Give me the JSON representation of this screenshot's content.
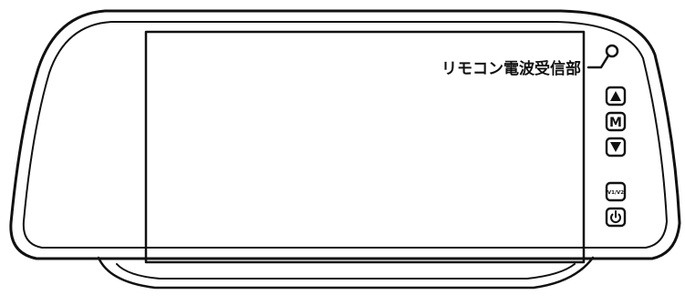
{
  "callout": {
    "label": "リモコン電波受信部"
  },
  "buttons": [
    {
      "id": "up",
      "icon": "up-triangle-icon"
    },
    {
      "id": "menu",
      "label": "M"
    },
    {
      "id": "down",
      "icon": "down-triangle-icon"
    },
    {
      "id": "input",
      "label": "V1/V2"
    },
    {
      "id": "power",
      "icon": "power-icon"
    }
  ],
  "colors": {
    "outline": "#111111",
    "background": "#ffffff"
  }
}
